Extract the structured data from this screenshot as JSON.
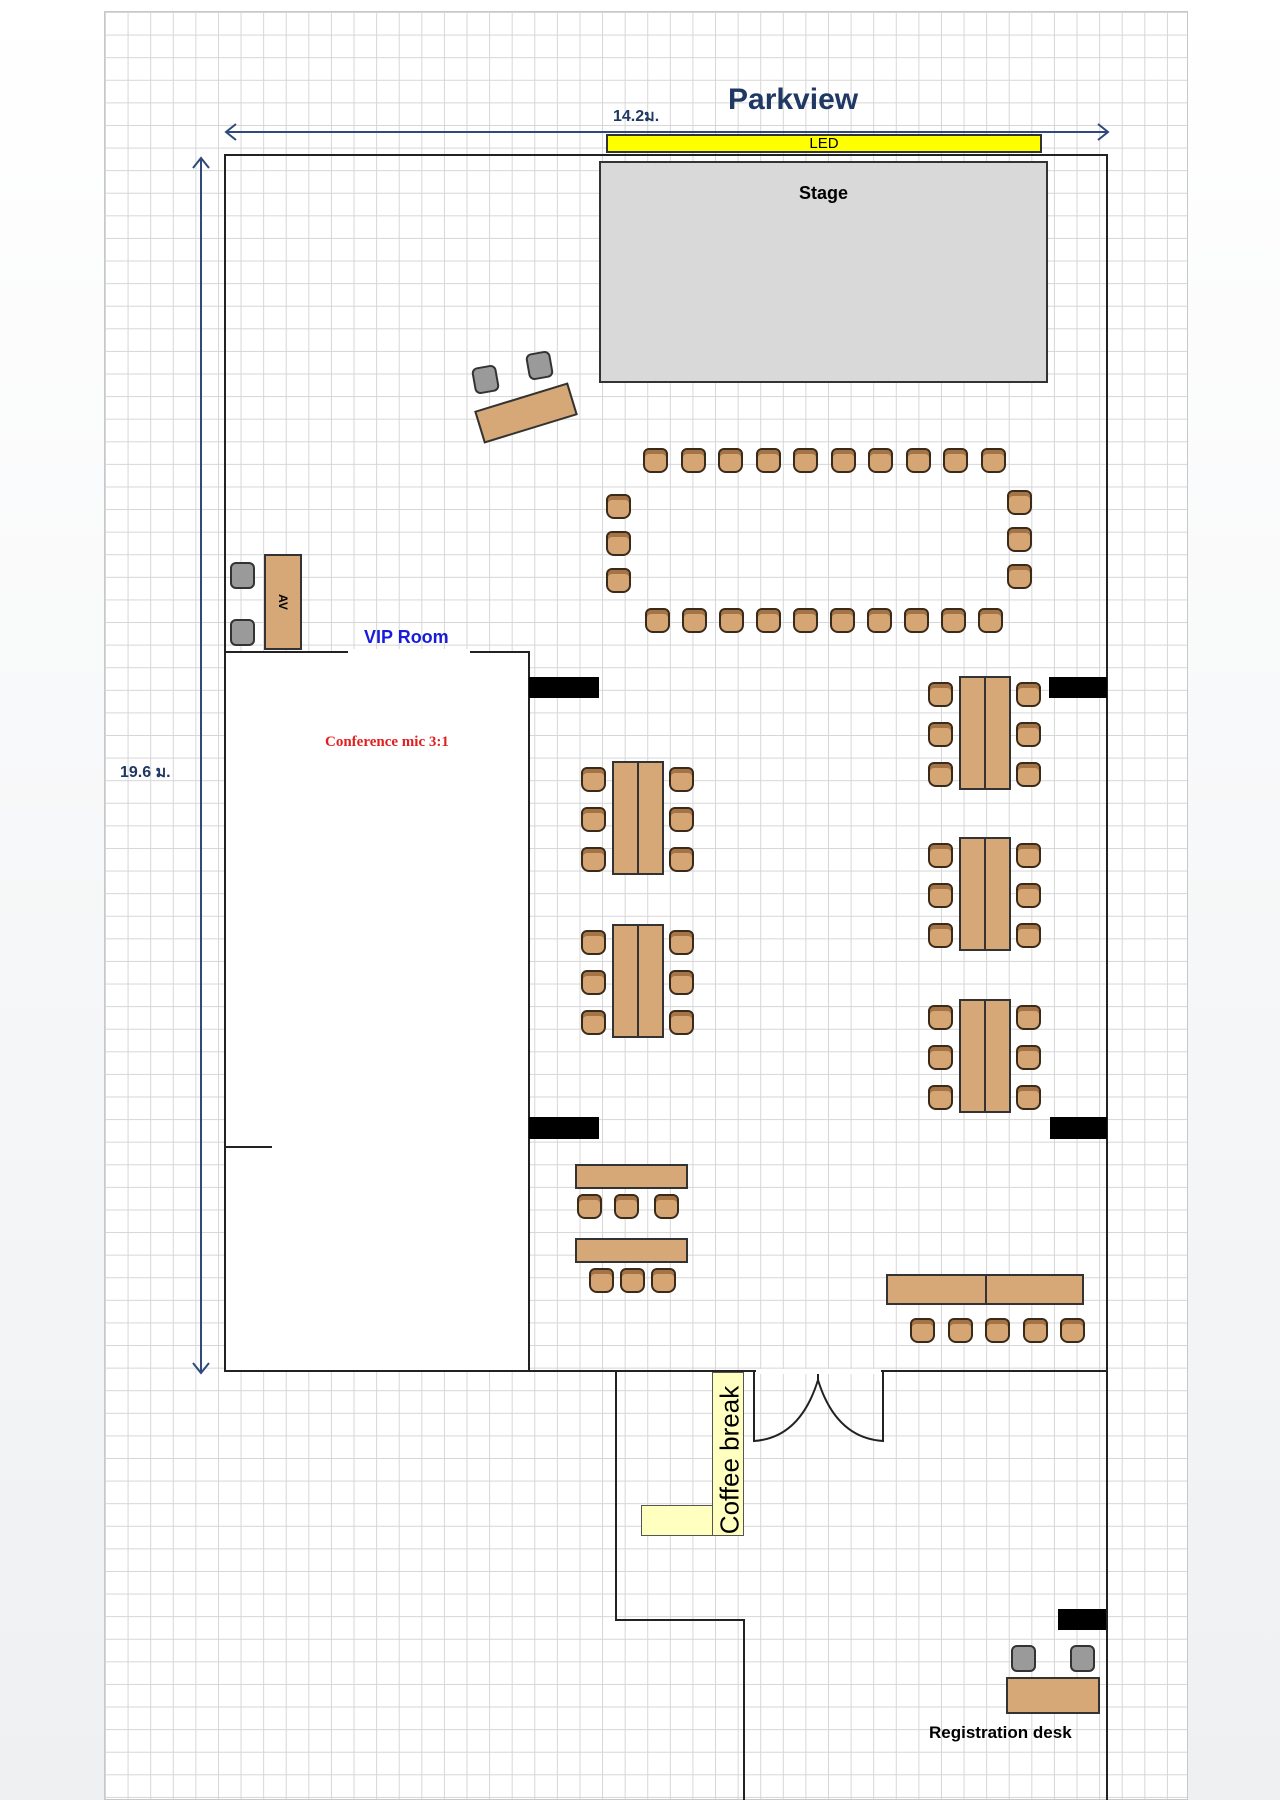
{
  "title": "Parkview",
  "dimensions": {
    "width_label": "14.2ม.",
    "height_label": "19.6 ม."
  },
  "labels": {
    "led": "LED",
    "stage": "Stage",
    "av": "AV",
    "vip_room": "VIP Room",
    "conference_mic": "Conference mic 3:1",
    "coffee_break": "Coffee break",
    "registration_desk": "Registration desk"
  },
  "colors": {
    "title": "#1f3864",
    "vip": "#1a1adc",
    "mic": "#e02020",
    "led": "#ffff00",
    "stage": "#d9d9d9",
    "furniture": "#d6a878"
  }
}
